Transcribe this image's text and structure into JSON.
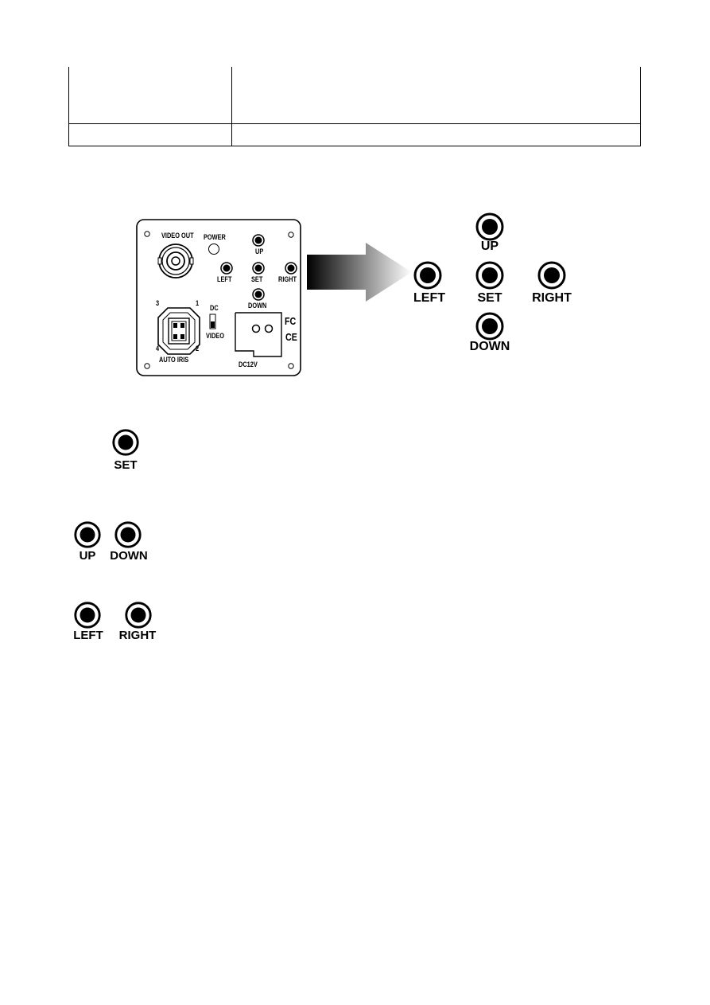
{
  "table": {
    "row1": {
      "label": "",
      "description": ""
    },
    "row2": {
      "label": "",
      "description": ""
    }
  },
  "camera_panel": {
    "video_out": "VIDEO OUT",
    "power": "POWER",
    "up": "UP",
    "left": "LEFT",
    "set": "SET",
    "right": "RIGHT",
    "down": "DOWN",
    "dc": "DC",
    "video": "VIDEO",
    "auto_iris": "AUTO IRIS",
    "pin1": "1",
    "pin2": "2",
    "pin3": "3",
    "pin4": "4",
    "dc12v": "DC12V",
    "fc_mark": "FC",
    "ce_mark": "CE"
  },
  "enlarged_buttons": {
    "up": "UP",
    "left": "LEFT",
    "set": "SET",
    "right": "RIGHT",
    "down": "DOWN"
  },
  "legend": {
    "set": "SET",
    "up": "UP",
    "down": "DOWN",
    "left": "LEFT",
    "right": "RIGHT"
  }
}
